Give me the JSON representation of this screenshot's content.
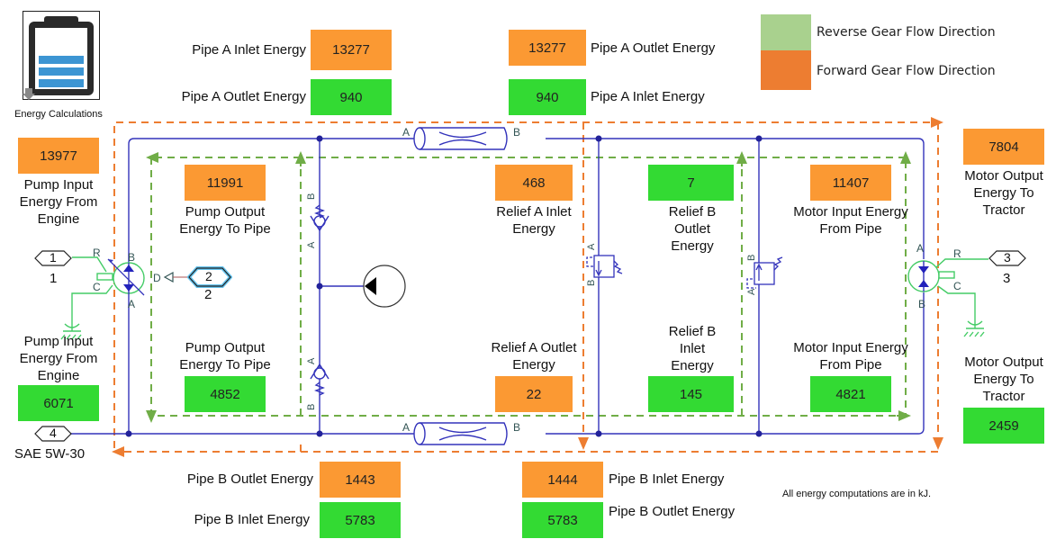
{
  "energy_block": {
    "label": "Energy Calculations",
    "icon": "battery-icon"
  },
  "legend": {
    "items": [
      {
        "label": "Reverse Gear Flow Direction",
        "color": "#a9d18e"
      },
      {
        "label": "Forward Gear Flow Direction",
        "color": "#ed7d31"
      }
    ]
  },
  "colors": {
    "forward_display": "#fb9933",
    "reverse_display": "#33da33",
    "hydraulic_line": "#3333bb",
    "mechanical_line": "#44cc66"
  },
  "displays": {
    "pipe_a_top_left": {
      "inlet_label": "Pipe A Inlet Energy",
      "inlet_value": "13277",
      "outlet_label": "Pipe A Outlet Energy",
      "outlet_value": "940"
    },
    "pipe_a_top_right": {
      "outlet_label": "Pipe A Outlet Energy",
      "outlet_value": "13277",
      "inlet_label": "Pipe A Inlet Energy",
      "inlet_value": "940"
    },
    "pump_input_fwd": {
      "label": "Pump Input Energy From Engine",
      "value": "13977"
    },
    "pump_input_rev": {
      "label": "Pump Input Energy From Engine",
      "value": "6071"
    },
    "pump_output_fwd": {
      "label": "Pump Output Energy To Pipe",
      "value": "11991"
    },
    "pump_output_rev": {
      "label": "Pump Output Energy To Pipe",
      "value": "4852"
    },
    "relief_a_inlet": {
      "label": "Relief A Inlet Energy",
      "value": "468"
    },
    "relief_a_outlet": {
      "label": "Relief A Outlet Energy",
      "value": "22"
    },
    "relief_b_outlet": {
      "label": "Relief B Outlet Energy",
      "value": "7"
    },
    "relief_b_inlet": {
      "label": "Relief B Inlet Energy",
      "value": "145"
    },
    "motor_input_fwd": {
      "label": "Motor Input Energy From Pipe",
      "value": "11407"
    },
    "motor_input_rev": {
      "label": "Motor Input Energy From Pipe",
      "value": "4821"
    },
    "motor_output_fwd": {
      "label": "Motor Output Energy To Tractor",
      "value": "7804"
    },
    "motor_output_rev": {
      "label": "Motor Output Energy To Tractor",
      "value": "2459"
    },
    "pipe_b_bottom_left": {
      "outlet_label": "Pipe B Outlet Energy",
      "outlet_value": "1443",
      "inlet_label": "Pipe B Inlet Energy",
      "inlet_value": "5783"
    },
    "pipe_b_bottom_right": {
      "inlet_label": "Pipe B Inlet Energy",
      "inlet_value": "1444",
      "outlet_label": "Pipe B Outlet Energy",
      "outlet_value": "5783"
    }
  },
  "ports": {
    "p1": {
      "number": "1",
      "label": "1"
    },
    "p2": {
      "number": "2",
      "label": "2"
    },
    "p3": {
      "number": "3",
      "label": "3"
    },
    "p4": {
      "number": "4",
      "label": "SAE 5W-30"
    }
  },
  "port_letters": {
    "a": "A",
    "b": "B",
    "r": "R",
    "c": "C",
    "d": "D"
  },
  "footnote": "All energy computations are in kJ."
}
